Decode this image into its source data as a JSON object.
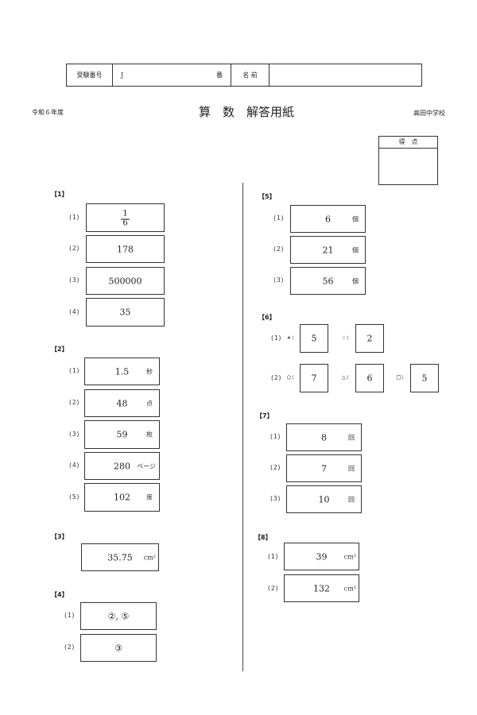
{
  "header": {
    "exam_number_label": "受験番号",
    "exam_number_value": "J",
    "ban": "番",
    "name_label": "名 前",
    "name_value": ""
  },
  "title": {
    "year": "令和６年度",
    "subject": "算　数　解答用紙",
    "school": "高田中学校"
  },
  "score": {
    "label": "得　点",
    "value": ""
  },
  "sections": {
    "s1": {
      "title": "【1】",
      "items": [
        {
          "no": "(1)",
          "num": "1",
          "den": "6"
        },
        {
          "no": "(2)",
          "value": "178"
        },
        {
          "no": "(3)",
          "value": "500000"
        },
        {
          "no": "(4)",
          "value": "35"
        }
      ]
    },
    "s2": {
      "title": "【2】",
      "items": [
        {
          "no": "(1)",
          "value": "1.5",
          "unit": "秒"
        },
        {
          "no": "(2)",
          "value": "48",
          "unit": "点"
        },
        {
          "no": "(3)",
          "value": "59",
          "unit": "枚"
        },
        {
          "no": "(4)",
          "value": "280",
          "unit": "ページ"
        },
        {
          "no": "(5)",
          "value": "102",
          "unit": "度"
        }
      ]
    },
    "s3": {
      "title": "【3】",
      "items": [
        {
          "value": "35.75",
          "unit": "cm²"
        }
      ]
    },
    "s4": {
      "title": "【4】",
      "items": [
        {
          "no": "(1)",
          "value": "②, ⑤"
        },
        {
          "no": "(2)",
          "value": "③"
        }
      ]
    },
    "s5": {
      "title": "【5】",
      "items": [
        {
          "no": "(1)",
          "value": "6",
          "unit": "個"
        },
        {
          "no": "(2)",
          "value": "21",
          "unit": "個"
        },
        {
          "no": "(3)",
          "value": "56",
          "unit": "個"
        }
      ]
    },
    "s6": {
      "title": "【6】",
      "row1": {
        "no": "(1)",
        "items": [
          {
            "symbol": "★:",
            "value": "5"
          },
          {
            "symbol": "☆:",
            "value": "2"
          }
        ]
      },
      "row2": {
        "no": "(2)",
        "items": [
          {
            "symbol": "○:",
            "value": "7"
          },
          {
            "symbol": "△:",
            "value": "6"
          },
          {
            "symbol": "□:",
            "value": "5"
          }
        ]
      }
    },
    "s7": {
      "title": "【7】",
      "items": [
        {
          "no": "(1)",
          "value": "8",
          "unit": "回"
        },
        {
          "no": "(2)",
          "value": "7",
          "unit": "回"
        },
        {
          "no": "(3)",
          "value": "10",
          "unit": "回"
        }
      ]
    },
    "s8": {
      "title": "【8】",
      "items": [
        {
          "no": "(1)",
          "value": "39",
          "unit": "cm³"
        },
        {
          "no": "(2)",
          "value": "132",
          "unit": "cm²"
        }
      ]
    }
  }
}
